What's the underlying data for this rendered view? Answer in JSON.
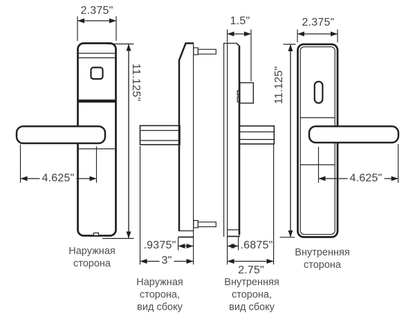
{
  "colors": {
    "ink": "#231f20",
    "dim_text": "#3f4042",
    "label_text": "#4d4e50",
    "background": "#ffffff"
  },
  "views": {
    "exterior_front": {
      "label": {
        "line1": "Наружная",
        "line2": "сторона"
      },
      "width": "2.375\"",
      "height": "11.125\"",
      "handle_offset": "4.625\""
    },
    "exterior_side": {
      "label": {
        "line1": "Наружная",
        "line2": "сторона,",
        "line3": "вид сбоку"
      },
      "thickness": ".9375\"",
      "depth": "3\""
    },
    "interior_side": {
      "label": {
        "line1": "Внутренняя",
        "line2": "сторона,",
        "line3": "вид сбоку"
      },
      "top_width": "1.5\"",
      "thickness": ".6875\"",
      "depth": "2.75\""
    },
    "interior_front": {
      "label": {
        "line1": "Внутренняя",
        "line2": "сторона"
      },
      "width": "2.375\"",
      "height": "11.125\"",
      "handle_offset": "4.625\""
    }
  }
}
